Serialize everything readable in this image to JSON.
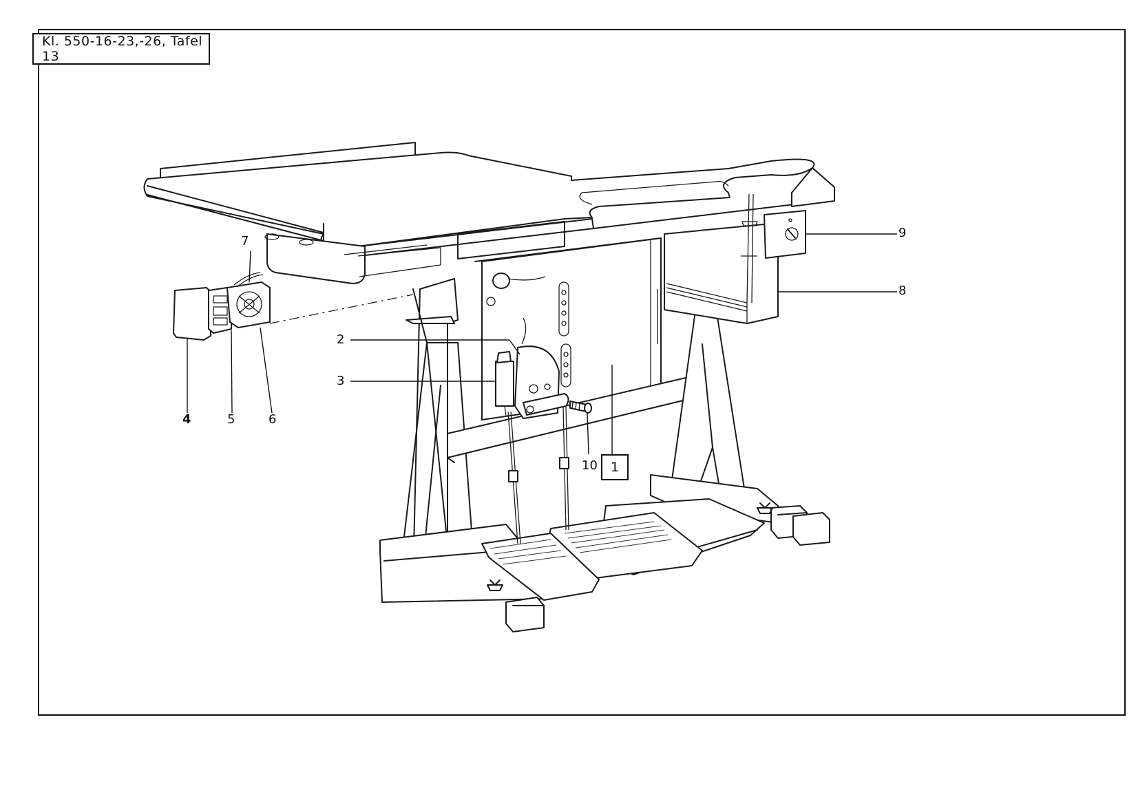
{
  "title": "Kl. 550-16-23,-26, Tafel 13",
  "callouts": {
    "c1": "1",
    "c2": "2",
    "c3": "3",
    "c4": "4",
    "c5": "5",
    "c6": "6",
    "c7": "7",
    "c8": "8",
    "c9": "9",
    "c10": "10"
  }
}
